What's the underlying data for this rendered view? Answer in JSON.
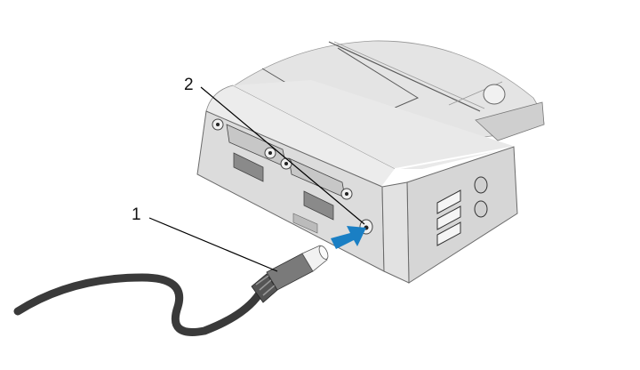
{
  "figure": {
    "description": "Docking station with AC adapter cable being connected to power connector",
    "callouts": [
      {
        "number": "1",
        "target": "ac-adapter-connector"
      },
      {
        "number": "2",
        "target": "power-connector"
      }
    ]
  },
  "colors": {
    "arrow": "#1a7fc4",
    "device_body": "#e6e6e6",
    "device_side": "#d3d3d3",
    "cable": "#3a3a3a",
    "connector_sleeve": "#7a7a7a",
    "connector_tip": "#f2f2f2"
  },
  "icons": {
    "insert_direction": "arrow-right-up-icon"
  }
}
